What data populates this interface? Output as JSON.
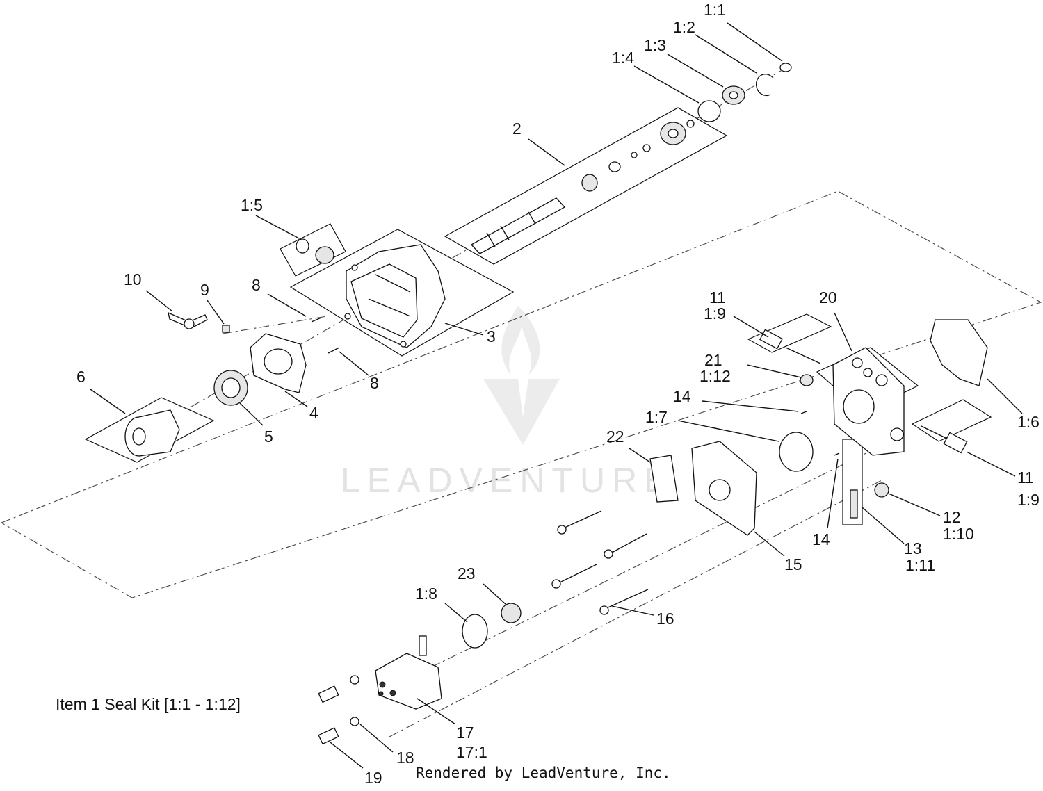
{
  "labels": {
    "l_1_1": "1:1",
    "l_1_2": "1:2",
    "l_1_3": "1:3",
    "l_1_4": "1:4",
    "l_2": "2",
    "l_1_5": "1:5",
    "l_10": "10",
    "l_9": "9",
    "l_8a": "8",
    "l_8b": "8",
    "l_3": "3",
    "l_6": "6",
    "l_4": "4",
    "l_5": "5",
    "l_11a": "11",
    "l_1_9a": "1:9",
    "l_20": "20",
    "l_21": "21",
    "l_1_12": "1:12",
    "l_14a": "14",
    "l_1_7": "1:7",
    "l_22": "22",
    "l_1_6": "1:6",
    "l_11b": "11",
    "l_1_9b": "1:9",
    "l_12": "12",
    "l_1_10": "1:10",
    "l_14b": "14",
    "l_13": "13",
    "l_1_11": "1:11",
    "l_15": "15",
    "l_23": "23",
    "l_1_8": "1:8",
    "l_16": "16",
    "l_17": "17",
    "l_17_1": "17:1",
    "l_18": "18",
    "l_19": "19"
  },
  "notes": {
    "seal_kit": "Item 1 Seal Kit [1:1 - 1:12]",
    "credit": "Rendered by LeadVenture, Inc."
  },
  "watermark": {
    "text": "LEADVENTURE"
  }
}
